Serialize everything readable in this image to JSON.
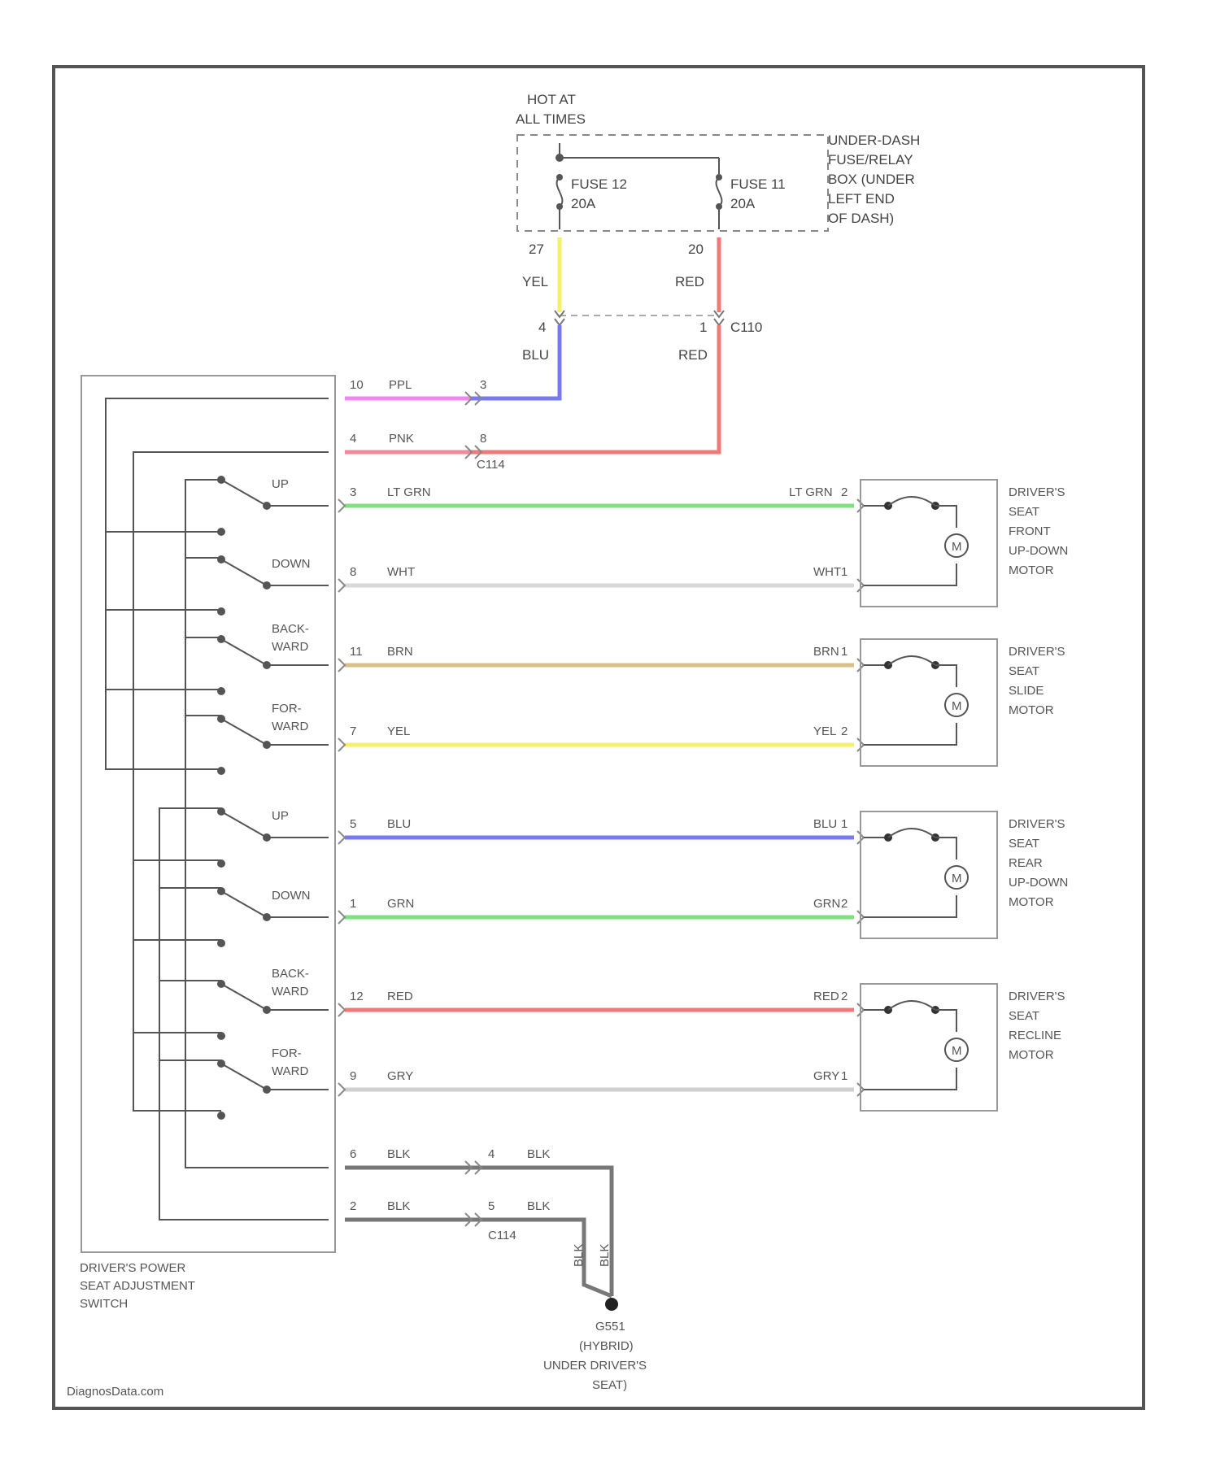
{
  "power_source": {
    "line1": "HOT AT",
    "line2": "ALL TIMES"
  },
  "fuse_box": {
    "lines": [
      "UNDER-DASH",
      "FUSE/RELAY",
      "BOX (UNDER",
      "LEFT END",
      "OF DASH)"
    ]
  },
  "fuses": [
    {
      "name": "FUSE 12",
      "rating": "20A",
      "pin": "27"
    },
    {
      "name": "FUSE 11",
      "rating": "20A",
      "pin": "20"
    }
  ],
  "upper_wires": [
    {
      "color_name": "YEL",
      "hex": "#f5f06a"
    },
    {
      "color_name": "RED",
      "hex": "#f07a7a"
    }
  ],
  "c110": {
    "name": "C110",
    "pin_left": "4",
    "pin_right": "1",
    "wire_left": "BLU",
    "wire_right": "RED"
  },
  "switch_inputs": [
    {
      "pin": "10",
      "wire": "PPL",
      "conn_pin": "3",
      "hex": "#ee88ee"
    },
    {
      "pin": "4",
      "wire": "PNK",
      "conn_pin": "8",
      "hex": "#f08a9a"
    }
  ],
  "c114_label": "C114",
  "switch": {
    "label_lines": [
      "DRIVER'S POWER",
      "SEAT ADJUSTMENT",
      "SWITCH"
    ],
    "positions": [
      {
        "label1": "UP",
        "label2": ""
      },
      {
        "label1": "DOWN",
        "label2": ""
      },
      {
        "label1": "BACK-",
        "label2": "WARD"
      },
      {
        "label1": "FOR-",
        "label2": "WARD"
      },
      {
        "label1": "UP",
        "label2": ""
      },
      {
        "label1": "DOWN",
        "label2": ""
      },
      {
        "label1": "BACK-",
        "label2": "WARD"
      },
      {
        "label1": "FOR-",
        "label2": "WARD"
      }
    ]
  },
  "motor_wires": [
    {
      "sw_pin": "3",
      "wire": "LT GRN",
      "motor_pin": "2",
      "hex": "#7fe07f"
    },
    {
      "sw_pin": "8",
      "wire": "WHT",
      "motor_pin": "1",
      "hex": "#d8d8d8"
    },
    {
      "sw_pin": "11",
      "wire": "BRN",
      "motor_pin": "1",
      "hex": "#d8c08a"
    },
    {
      "sw_pin": "7",
      "wire": "YEL",
      "motor_pin": "2",
      "hex": "#f5f06a"
    },
    {
      "sw_pin": "5",
      "wire": "BLU",
      "motor_pin": "1",
      "hex": "#7a7af0"
    },
    {
      "sw_pin": "1",
      "wire": "GRN",
      "motor_pin": "2",
      "hex": "#7ee07e"
    },
    {
      "sw_pin": "12",
      "wire": "RED",
      "motor_pin": "2",
      "hex": "#f07a7a"
    },
    {
      "sw_pin": "9",
      "wire": "GRY",
      "motor_pin": "1",
      "hex": "#cfcfcf"
    }
  ],
  "motors": [
    {
      "lines": [
        "DRIVER'S",
        "SEAT",
        "FRONT",
        "UP-DOWN",
        "MOTOR"
      ]
    },
    {
      "lines": [
        "DRIVER'S",
        "SEAT",
        "SLIDE",
        "MOTOR"
      ]
    },
    {
      "lines": [
        "DRIVER'S",
        "SEAT",
        "REAR",
        "UP-DOWN",
        "MOTOR"
      ]
    },
    {
      "lines": [
        "DRIVER'S",
        "SEAT",
        "RECLINE",
        "MOTOR"
      ]
    }
  ],
  "motor_symbol": "M",
  "ground_wires": [
    {
      "sw_pin": "6",
      "wire": "BLK",
      "conn_pin": "4",
      "wire2": "BLK"
    },
    {
      "sw_pin": "2",
      "wire": "BLK",
      "conn_pin": "5",
      "wire2": "BLK"
    }
  ],
  "ground_splice": {
    "left": "BLK",
    "right": "BLK"
  },
  "ground": {
    "lines": [
      "G551",
      "(HYBRID)",
      "UNDER DRIVER'S",
      "SEAT)"
    ]
  },
  "watermark": "DiagnosData.com",
  "colors": {
    "frame": "#555555",
    "line": "#555555",
    "ground_wire": "#777777",
    "box": "#999999"
  }
}
